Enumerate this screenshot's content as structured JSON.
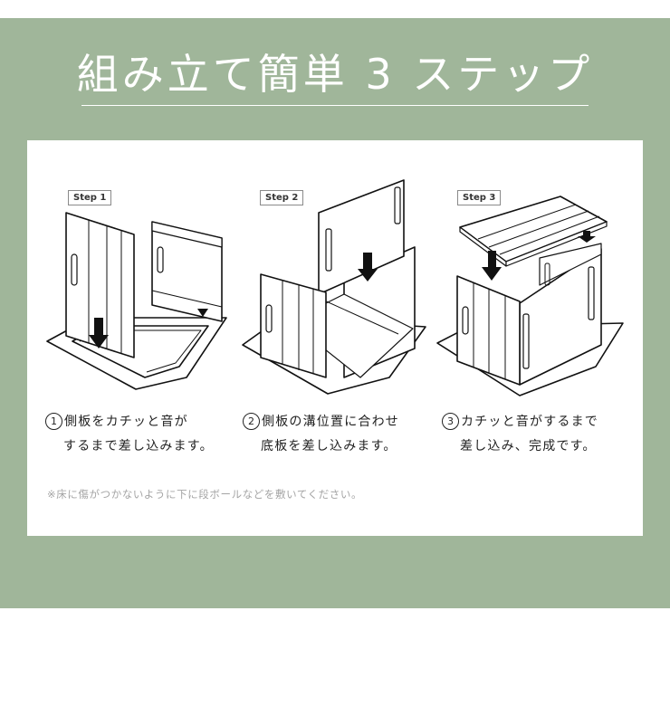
{
  "header": {
    "title": "組み立て簡単 3 ステップ"
  },
  "colors": {
    "band": "#a0b69a",
    "panel": "#ffffff",
    "title_text": "#ffffff",
    "note_text": "#a4a4a4"
  },
  "steps": [
    {
      "badge": "Step 1",
      "number": "1",
      "line1": "側板をカチッと音が",
      "line2": "するまで差し込みます。",
      "illustration": "side-panel-into-base"
    },
    {
      "badge": "Step 2",
      "number": "2",
      "line1": "側板の溝位置に合わせ",
      "line2": "底板を差し込みます。",
      "illustration": "base-panel-into-grooves"
    },
    {
      "badge": "Step 3",
      "number": "3",
      "line1": "カチッと音がするまで",
      "line2": "差し込み、完成です。",
      "illustration": "lid-onto-box"
    }
  ],
  "note": "※床に傷がつかないように下に段ボールなどを敷いてください。"
}
